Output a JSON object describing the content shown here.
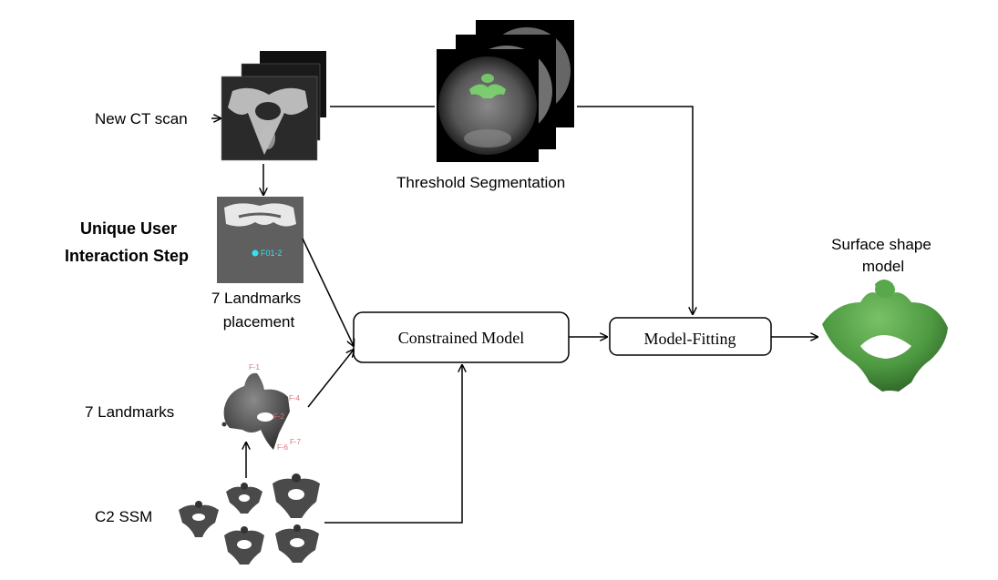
{
  "labels": {
    "new_ct_scan": "New CT scan",
    "threshold_segmentation": "Threshold Segmentation",
    "user_step_line1": "Unique User",
    "user_step_line2": "Interaction Step",
    "landmarks_placement_line1": "7 Landmarks",
    "landmarks_placement_line2": "placement",
    "seven_landmarks": "7 Landmarks",
    "c2_ssm": "C2 SSM",
    "surface_model_line1": "Surface shape",
    "surface_model_line2": "model"
  },
  "boxes": {
    "constrained_model": "Constrained Model",
    "model_fitting": "Model-Fitting"
  },
  "image_text": {
    "landmark_tag": "F01-2",
    "markers": [
      "F-1",
      "F-4",
      "F-2",
      "F-7",
      "F-6"
    ]
  },
  "colors": {
    "segmentation_green": "#7ddc6e",
    "bone_green": "#4e9a42",
    "landmark_cyan": "#35e0f0",
    "marker_red": "#e0707a",
    "ssm_gray": "#4a4a4a"
  }
}
